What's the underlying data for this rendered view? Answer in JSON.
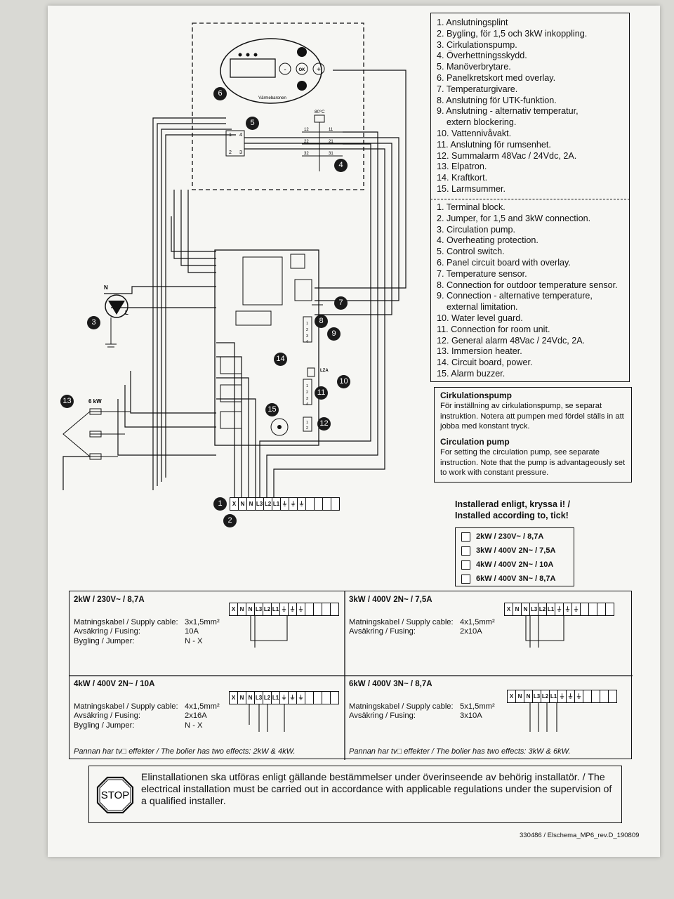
{
  "legend_sv": [
    "1. Anslutningsplint",
    "2. Bygling, för 1,5 och 3kW inkoppling.",
    "3. Cirkulationspump.",
    "4. Överhettningsskydd.",
    "5. Manöverbrytare.",
    "6. Panelkretskort med overlay.",
    "7. Temperaturgivare.",
    "8. Anslutning för UTK-funktion.",
    "9. Anslutning - alternativ temperatur,",
    "extern blockering.",
    "10. Vattennivåvakt.",
    "11. Anslutning för rumsenhet.",
    "12. Summalarm 48Vac / 24Vdc, 2A.",
    "13. Elpatron.",
    "14. Kraftkort.",
    "15. Larmsummer."
  ],
  "legend_en": [
    "1. Terminal block.",
    "2. Jumper, for 1,5 and 3kW connection.",
    "3. Circulation pump.",
    "4. Overheating protection.",
    "5. Control switch.",
    "6. Panel circuit board with overlay.",
    "7. Temperature sensor.",
    "8. Connection for outdoor temperature sensor.",
    "9. Connection - alternative temperature,",
    "external limitation.",
    "10. Water level guard.",
    "11. Connection for room unit.",
    "12. General alarm 48Vac / 24Vdc, 2A.",
    "13. Immersion heater.",
    "14. Circuit board, power.",
    "15. Alarm buzzer."
  ],
  "pump": {
    "title_sv": "Cirkulationspump",
    "text_sv": "För inställning av cirkulationspump, se separat instruktion. Notera att pumpen med fördel ställs in att jobba med konstant tryck.",
    "title_en": "Circulation pump",
    "text_en": "For setting the circulation pump, see separate instruction. Note that the pump is advantageously set to work with constant pressure."
  },
  "installed": {
    "title": "Installerad enligt, kryssa i! / Installed according to, tick!",
    "options": [
      "2kW / 230V~ / 8,7A",
      "3kW / 400V 2N~ / 7,5A",
      "4kW / 400V 2N~ / 10A",
      "6kW / 400V 3N~ / 8,7A"
    ]
  },
  "configs": [
    {
      "title": "2kW / 230V~ / 8,7A",
      "rows": [
        [
          "Matningskabel / Supply cable:",
          "3x1,5mm²"
        ],
        [
          "Avsäkring / Fusing:",
          "10A"
        ],
        [
          "Bygling / Jumper:",
          "N - X"
        ]
      ]
    },
    {
      "title": "3kW / 400V 2N~ / 7,5A",
      "rows": [
        [
          "Matningskabel / Supply cable:",
          "4x1,5mm²"
        ],
        [
          "Avsäkring / Fusing:",
          "2x10A"
        ]
      ]
    },
    {
      "title": "4kW / 400V 2N~ / 10A",
      "rows": [
        [
          "Matningskabel / Supply cable:",
          "4x1,5mm²"
        ],
        [
          "Avsäkring / Fusing:",
          "2x16A"
        ],
        [
          "Bygling / Jumper:",
          "N - X"
        ]
      ]
    },
    {
      "title": "6kW / 400V 3N~ / 8,7A",
      "rows": [
        [
          "Matningskabel / Supply cable:",
          "5x1,5mm²"
        ],
        [
          "Avsäkring / Fusing:",
          "3x10A"
        ]
      ]
    }
  ],
  "notes": {
    "left": "Pannan har tv□ effekter / The bolier has two effects: 2kW & 4kW.",
    "right": "Pannan har tv□ effekter / The bolier has two effects: 3kW & 6kW."
  },
  "stop": {
    "sign": "STOP",
    "text": "Elinstallationen ska utföras enligt gällande bestämmelser under överinseende av behörig installatör. / The electrical installation must be carried out in accordance with applicable regulations under the supervision of a qualified installer."
  },
  "terminals": [
    "X",
    "N",
    "N",
    "L3",
    "L2",
    "L1",
    "⏚",
    "⏚",
    "⏚",
    "",
    "",
    "",
    ""
  ],
  "diagram": {
    "panel_brand": "Värmebaronen",
    "panel_buttons": [
      "-",
      "OK",
      "+"
    ],
    "temp_label": "80°C",
    "heater_label": "6 kW",
    "pump_n": "N",
    "pump_l": "L",
    "sensor_label": "LZA",
    "switch_pins": [
      "1",
      "4",
      "2",
      "3"
    ],
    "contact_pins": [
      "12",
      "11",
      "22",
      "21",
      "32",
      "31"
    ],
    "connector_pins": [
      "1",
      "2",
      "3",
      "4"
    ],
    "alarm_pins": [
      "1",
      "2"
    ],
    "callouts": [
      "1",
      "2",
      "3",
      "4",
      "5",
      "6",
      "7",
      "8",
      "9",
      "10",
      "11",
      "12",
      "13",
      "14",
      "15"
    ]
  },
  "footer": "330486 / Elschema_MP6_rev.D_190809"
}
